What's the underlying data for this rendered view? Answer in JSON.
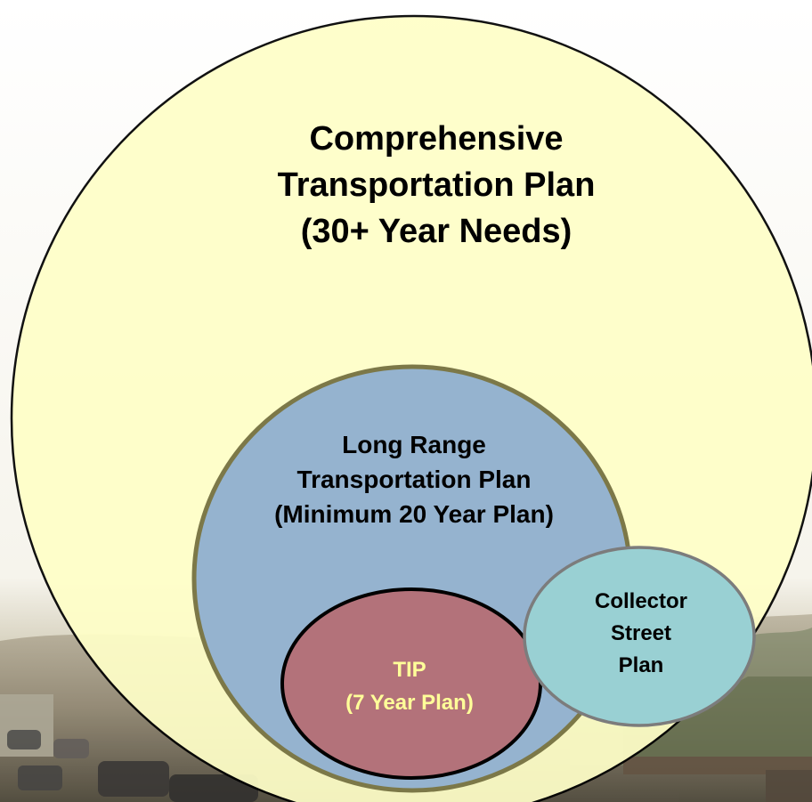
{
  "colors": {
    "outer_fill": "#ffffc8",
    "middle_fill": "#95b3cf",
    "middle_stroke": "#7c7848",
    "inner_fill": "#b3727a",
    "inner_text": "#ffff99",
    "side_fill": "#99d0d3",
    "side_stroke": "#7c7c7c"
  },
  "circles": {
    "comprehensive": {
      "line1": "Comprehensive",
      "line2": "Transportation Plan",
      "line3": "(30+ Year Needs)"
    },
    "long_range": {
      "line1": "Long Range",
      "line2": "Transportation Plan",
      "line3": "(Minimum 20 Year Plan)"
    },
    "tip": {
      "line1": "TIP",
      "line2": "(7 Year Plan)"
    },
    "collector": {
      "line1": "Collector",
      "line2": "Street",
      "line3": "Plan"
    }
  }
}
